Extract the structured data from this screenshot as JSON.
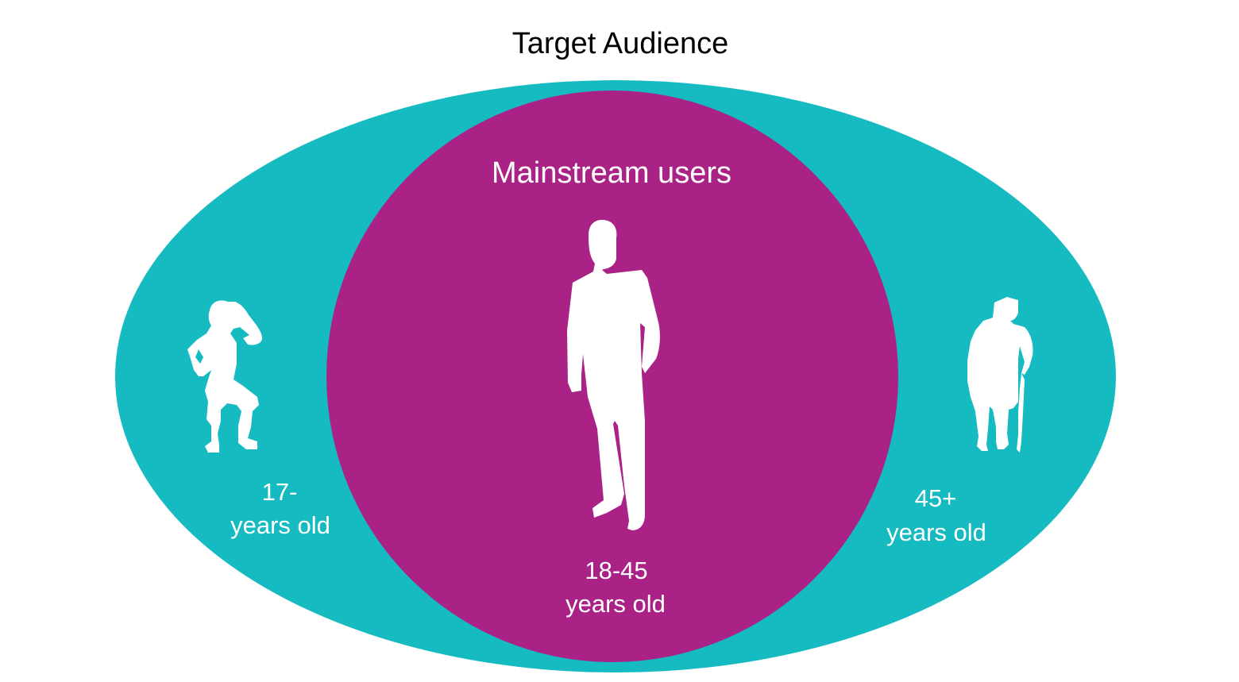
{
  "title": "Target Audience",
  "colors": {
    "outer_ellipse": "#15BBC1",
    "inner_circle": "#AA2286",
    "figure": "#FFFFFF",
    "background": "#FFFFFF",
    "title_text": "#000000"
  },
  "inner": {
    "heading": "Mainstream users",
    "age_range": "18-45",
    "age_unit": "years old",
    "icon": "adult-man-silhouette-icon"
  },
  "left_group": {
    "age_range": "17-",
    "age_unit": "years old",
    "icon": "child-silhouette-icon"
  },
  "right_group": {
    "age_range": "45+",
    "age_unit": "years old",
    "icon": "elderly-person-with-cane-icon"
  }
}
